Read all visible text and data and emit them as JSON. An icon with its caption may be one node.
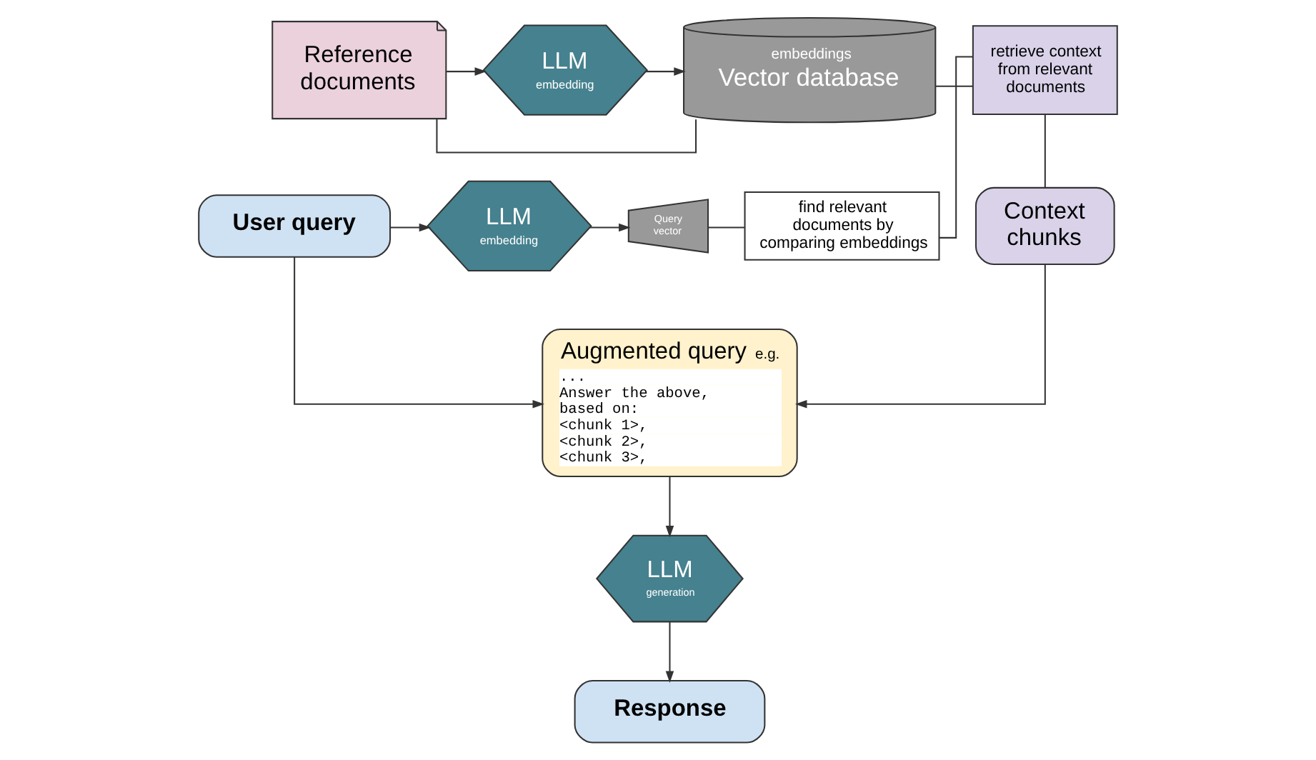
{
  "diagram": {
    "nodes": [
      {
        "text": [
          "Reference documents"
        ]
      },
      {
        "text": [
          "LLM",
          "embedding"
        ]
      },
      {
        "text": [
          "embeddings",
          "Vector database"
        ]
      },
      {
        "text": [
          "retrieve context from relevant documents"
        ]
      },
      {
        "text": [
          "User query"
        ]
      },
      {
        "text": [
          "LLM",
          "embedding"
        ]
      },
      {
        "text": [
          "Query vector"
        ]
      },
      {
        "text": [
          "find relevant documents by comparing embeddings"
        ]
      },
      {
        "text": [
          "Context chunks"
        ]
      },
      {
        "text": [
          "Augmented query",
          "e.g.",
          "...",
          "Answer the above,",
          "based on:",
          "<chunk 1>,",
          "<chunk 2>,",
          "<chunk 3>,"
        ]
      },
      {
        "text": [
          "LLM",
          "generation"
        ]
      },
      {
        "text": [
          "Response"
        ]
      }
    ],
    "edges": [
      {
        "from": 0,
        "to": 1,
        "arrow": "to"
      },
      {
        "from": 1,
        "to": 2,
        "arrow": "to"
      },
      {
        "from": 0,
        "to": 2,
        "arrow": "none"
      },
      {
        "from": 2,
        "to": 3,
        "arrow": "none"
      },
      {
        "from": 4,
        "to": 5,
        "arrow": "to"
      },
      {
        "from": 5,
        "to": 6,
        "arrow": "to"
      },
      {
        "from": 6,
        "to": 7,
        "arrow": "none"
      },
      {
        "from": 7,
        "to": 3,
        "arrow": "none"
      },
      {
        "from": 3,
        "to": 8,
        "arrow": "none"
      },
      {
        "from": 4,
        "to": 9,
        "arrow": "to"
      },
      {
        "from": 8,
        "to": 9,
        "arrow": "to"
      },
      {
        "from": 9,
        "to": 10,
        "arrow": "to"
      },
      {
        "from": 10,
        "to": 11,
        "arrow": "to"
      }
    ]
  }
}
